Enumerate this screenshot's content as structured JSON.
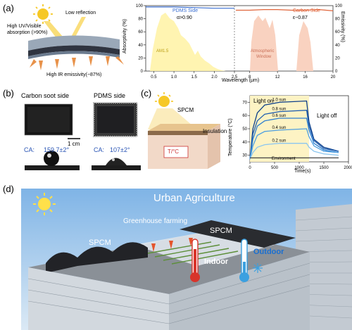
{
  "panel_a": {
    "label": "(a)",
    "schematic": {
      "low_reflection": "Low reflection",
      "high_uv": "High UV/Visible",
      "absorption": "absorption (>90%)",
      "high_ir": "High IR emissivity(~87%)"
    },
    "spectrum": {
      "pdms_side": "PDMS Side",
      "alpha": "α>0.90",
      "carbon_side": "Carbon Side",
      "epsilon": "ε~0.87",
      "am15": "AM1.5",
      "atmospheric": "Atmospheric",
      "window": "Window",
      "ylabel_left": "Absorptivity (%)",
      "ylabel_right": "Emissivity (%)",
      "xlabel": "Wavelength (μm)",
      "x_ticks_left": [
        "0.5",
        "1.0",
        "1.5",
        "2.0",
        "2.5"
      ],
      "x_ticks_right": [
        "8",
        "12",
        "16",
        "20"
      ],
      "y_ticks": [
        "0",
        "20",
        "40",
        "60",
        "80",
        "100"
      ]
    }
  },
  "panel_b": {
    "label": "(b)",
    "carbon_title": "Carbon soot side",
    "pdms_title": "PDMS side",
    "scale": "1 cm",
    "ca_carbon_label": "CA:",
    "ca_carbon_value": "159.7±2°",
    "ca_pdms_label": "CA:",
    "ca_pdms_value": "107±2°"
  },
  "panel_c": {
    "label": "(c)",
    "spcm": "SPCM",
    "insulation": "Insulation",
    "tc": "T/°C",
    "light_on": "Light on",
    "light_off": "Light off",
    "environment": "Environment",
    "ylabel": "Temperature (°C)",
    "xlabel": "Time(s)",
    "x_ticks": [
      "0",
      "500",
      "1000",
      "1500",
      "2000"
    ],
    "y_ticks": [
      "30",
      "40",
      "50",
      "60",
      "70"
    ]
  },
  "panel_d": {
    "label": "(d)",
    "title": "Urban Agriculture",
    "greenhouse": "Greenhouse farming",
    "spcm_left": "SPCM",
    "spcm_right": "SPCM",
    "indoor": "Indoor",
    "outdoor": "Outdoor"
  },
  "chart_data": [
    {
      "type": "line",
      "title": "",
      "xlabel": "Wavelength (μm)",
      "ylabel": "Absorptivity (%)",
      "y2label": "Emissivity (%)",
      "ylim": [
        0,
        100
      ],
      "xlim_segments": [
        [
          0.3,
          2.5
        ],
        [
          6,
          20
        ]
      ],
      "series": [
        {
          "name": "PDMS Side",
          "x": [
            0.3,
            0.5,
            1.0,
            1.5,
            2.0,
            2.5
          ],
          "y": [
            98,
            98,
            98,
            97,
            96,
            96
          ]
        },
        {
          "name": "Carbon Side",
          "x": [
            6,
            8,
            10,
            12,
            14,
            16,
            18,
            20
          ],
          "y": [
            93,
            93,
            94,
            94,
            93,
            93,
            94,
            92
          ]
        }
      ]
    },
    {
      "type": "line",
      "title": "",
      "xlabel": "Time(s)",
      "ylabel": "Temperature (°C)",
      "xlim": [
        0,
        2000
      ],
      "ylim": [
        25,
        75
      ],
      "series": [
        {
          "name": "1.0 sun",
          "x": [
            0,
            60,
            150,
            300,
            600,
            1150,
            1200,
            1300,
            1500,
            1800
          ],
          "y": [
            27,
            50,
            62,
            68,
            70,
            71,
            55,
            42,
            36,
            33
          ]
        },
        {
          "name": "0.8 sun",
          "x": [
            0,
            60,
            150,
            300,
            600,
            1150,
            1200,
            1300,
            1500,
            1800
          ],
          "y": [
            27,
            46,
            56,
            61,
            63,
            64,
            52,
            41,
            35,
            33
          ]
        },
        {
          "name": "0.6 sun",
          "x": [
            0,
            60,
            150,
            300,
            600,
            1150,
            1200,
            1300,
            1500,
            1800
          ],
          "y": [
            27,
            42,
            52,
            56,
            58,
            58,
            49,
            39,
            34,
            32
          ]
        },
        {
          "name": "0.4 sun",
          "x": [
            0,
            60,
            150,
            300,
            600,
            1150,
            1200,
            1300,
            1500,
            1800
          ],
          "y": [
            27,
            37,
            45,
            48,
            49,
            50,
            44,
            37,
            33,
            32
          ]
        },
        {
          "name": "0.2 sun",
          "x": [
            0,
            60,
            150,
            300,
            600,
            1150,
            1200,
            1300,
            1500,
            1800
          ],
          "y": [
            27,
            32,
            36,
            38,
            39,
            39,
            36,
            33,
            31,
            30
          ]
        },
        {
          "name": "Environment",
          "x": [
            0,
            1800
          ],
          "y": [
            28,
            28
          ]
        }
      ]
    }
  ]
}
